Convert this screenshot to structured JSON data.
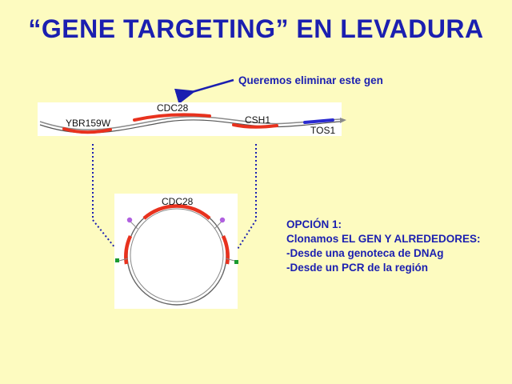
{
  "title": "“GENE TARGETING” EN LEVADURA",
  "annotation": "Queremos eliminar este gen",
  "chromosome": {
    "genes": [
      {
        "name": "YBR159W",
        "color": "#e8321e"
      },
      {
        "name": "CDC28",
        "color": "#e8321e"
      },
      {
        "name": "CSH1",
        "color": "#e8321e"
      },
      {
        "name": "TOS1",
        "color": "#2a2ad0"
      }
    ]
  },
  "plasmid": {
    "gene": "CDC28"
  },
  "option": {
    "heading": "OPCIÓN 1:",
    "lines": [
      "Clonamos EL GEN Y ALREDEDORES:",
      "-Desde una genoteca de DNAg",
      "-Desde un PCR de la región"
    ]
  },
  "colors": {
    "text_blue": "#1b1fb0",
    "background": "#fdfbc0",
    "gene_red": "#e8321e",
    "gene_blue": "#2a2ad0",
    "dotted_line": "#1b1fb0",
    "site_purple": "#b060e0",
    "site_green": "#1a9a30"
  }
}
